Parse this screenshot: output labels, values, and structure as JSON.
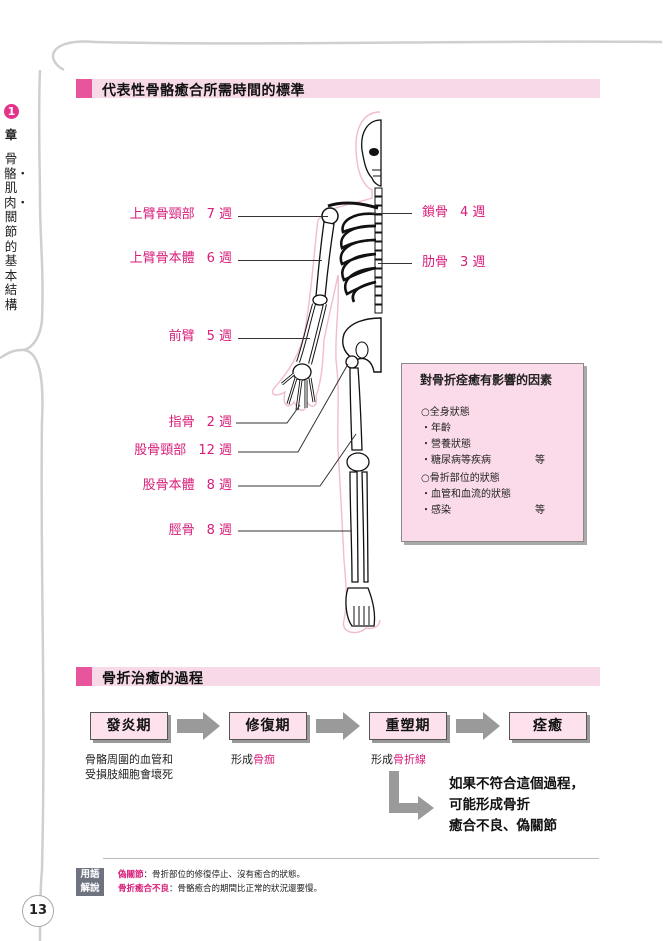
{
  "sidebar": {
    "chapter_number": "1",
    "chapter_word": "章",
    "chapter_title": "骨骼・肌肉・關節的基本結構"
  },
  "section1": {
    "title": "代表性骨骼癒合所需時間的標準"
  },
  "bones": [
    {
      "name": "上臂骨頸部",
      "weeks": "7 週"
    },
    {
      "name": "上臂骨本體",
      "weeks": "6 週"
    },
    {
      "name": "前臂",
      "weeks": "5 週"
    },
    {
      "name": "指骨",
      "weeks": "2 週"
    },
    {
      "name": "股骨頸部",
      "weeks": "12 週"
    },
    {
      "name": "股骨本體",
      "weeks": "8 週"
    },
    {
      "name": "脛骨",
      "weeks": "8 週"
    },
    {
      "name": "鎖骨",
      "weeks": "4 週"
    },
    {
      "name": "肋骨",
      "weeks": "3 週"
    }
  ],
  "factors": {
    "title": "對骨折痊癒有影響的因素",
    "group1": "○全身狀態",
    "group1_items": [
      "・年齡",
      "・營養狀態",
      "・糖尿病等疾病"
    ],
    "group2": "○骨折部位的狀態",
    "group2_items": [
      "・血管和血流的狀態",
      "・感染"
    ],
    "etc": "等"
  },
  "section2": {
    "title": "骨折治癒的過程"
  },
  "process": {
    "stages": [
      "發炎期",
      "修復期",
      "重塑期",
      "痊癒"
    ],
    "desc1_line1": "骨骼周圍的血管和",
    "desc1_line2": "受損肢細胞會壞死",
    "desc2_prefix": "形成",
    "desc2_term": "骨痂",
    "desc3_prefix": "形成",
    "desc3_term": "骨折線",
    "warning": [
      "如果不符合這個過程，",
      "可能形成骨折",
      "癒合不良、偽關節"
    ]
  },
  "glossary": {
    "tag1": "用語",
    "tag2": "解說",
    "term1": "偽關節",
    "def1": "：骨折部位的修復停止、沒有癒合的狀態。",
    "term2": "骨折癒合不良",
    "def2": "：骨骼癒合的期間比正常的狀況還要慢。"
  },
  "page_number": "13"
}
